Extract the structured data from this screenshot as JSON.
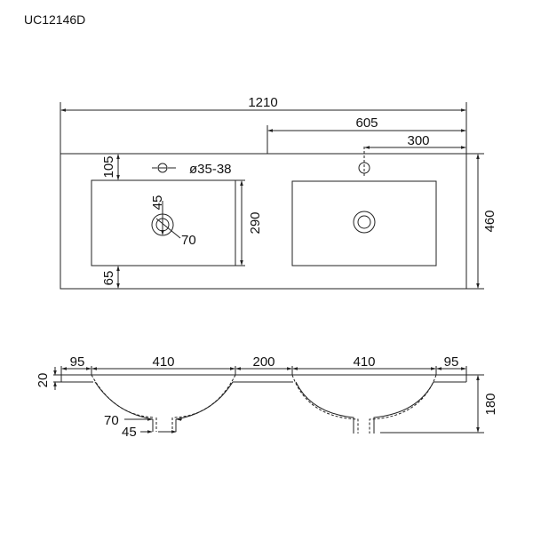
{
  "title": "UC12146D",
  "top_view": {
    "overall_width": "1210",
    "half_width": "605",
    "tap_offset": "300",
    "overall_depth": "460",
    "front_margin_top": "105",
    "back_margin_bottom": "65",
    "basin_depth": "290",
    "tap_hole_diameter": "ø35-38",
    "drain_inner": "45",
    "drain_outer": "70"
  },
  "side_view": {
    "left_edge": "95",
    "basin_width_left": "410",
    "gap_between": "200",
    "basin_width_right": "410",
    "right_edge": "95",
    "slab_thickness": "20",
    "total_height": "180",
    "drain_outer": "70",
    "drain_inner": "45"
  }
}
